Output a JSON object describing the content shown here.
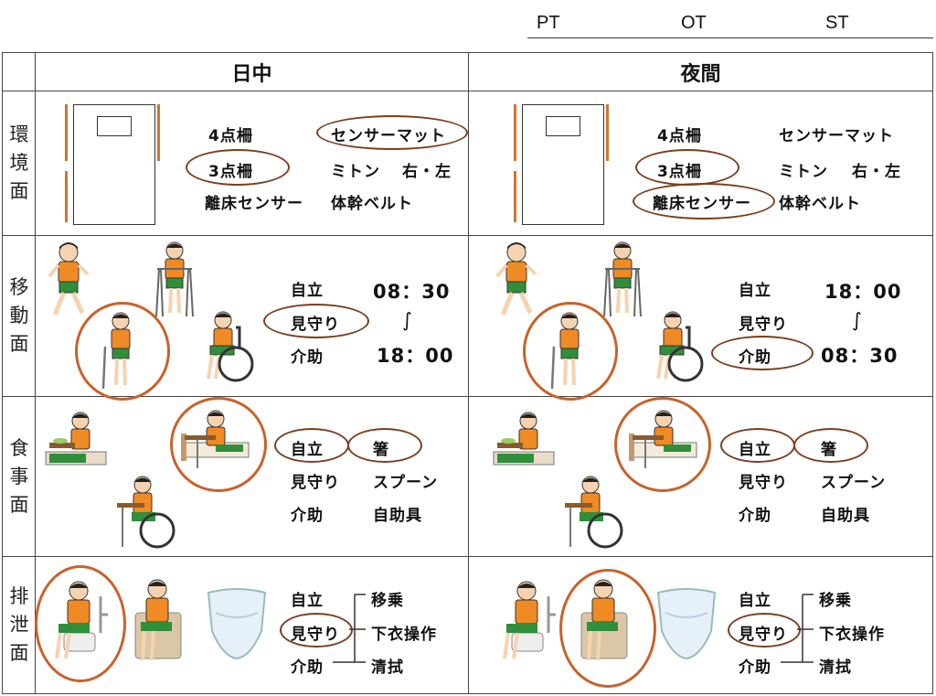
{
  "header": {
    "roles": [
      "PT",
      "OT",
      "ST"
    ]
  },
  "columns": {
    "day": "日中",
    "night": "夜間"
  },
  "rows": [
    {
      "label": "環境面"
    },
    {
      "label": "移動面"
    },
    {
      "label": "食事面"
    },
    {
      "label": "排泄面"
    }
  ],
  "environment": {
    "four_rails": "4点柵",
    "three_rails": "3点柵",
    "bed_sensor": "離床センサー",
    "sensor_mat": "センサーマット",
    "mitten": "ミトン",
    "right_left": "右・左",
    "trunk_belt": "体幹ベルト"
  },
  "levels": {
    "independent": "自立",
    "supervision": "見守り",
    "assist": "介助"
  },
  "mobility": {
    "day": {
      "from": "08：30",
      "to": "18：00"
    },
    "night": {
      "from": "18：00",
      "to": "08：30"
    },
    "wave": "∫"
  },
  "meal": {
    "chopsticks": "箸",
    "spoon": "スプーン",
    "self_help": "自助具"
  },
  "toilet": {
    "transfer": "移乗",
    "undress": "下衣操作",
    "wipe": "清拭"
  },
  "colors": {
    "accent_circle": "#c8622a",
    "oval": "#7a3e1e",
    "shirt": "#f08a24",
    "pants": "#2f8f3a"
  }
}
